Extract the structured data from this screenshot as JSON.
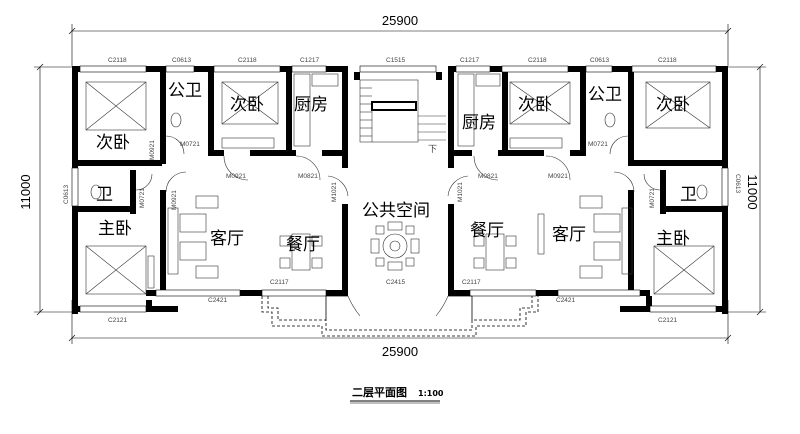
{
  "dimensions": {
    "width_top": "25900",
    "width_bottom": "25900",
    "depth_left": "11000",
    "depth_right": "11000"
  },
  "title": {
    "text": "二层平面图",
    "scale": "1:100"
  },
  "rooms": {
    "left_bed2_a": "次卧",
    "left_public_wc": "公卫",
    "left_bed2_b": "次卧",
    "left_kitchen": "厨房",
    "left_wc": "卫",
    "left_master": "主卧",
    "left_living": "客厅",
    "left_dining": "餐厅",
    "public_space": "公共空间",
    "right_kitchen": "厨房",
    "right_bed2_b": "次卧",
    "right_public_wc": "公卫",
    "right_bed2_a": "次卧",
    "right_wc": "卫",
    "right_master": "主卧",
    "right_dining": "餐厅",
    "right_living": "客厅"
  },
  "stair_label": "下",
  "tags": {
    "w_c2118_1": "C2118",
    "w_c0613_1": "C0613",
    "w_c2118_2": "C2118",
    "w_c1217_1": "C1217",
    "w_c1515": "C1515",
    "w_c1217_2": "C1217",
    "w_c2118_3": "C2118",
    "w_c0613_2": "C0613",
    "w_c2118_4": "C2118",
    "d_m0721_1": "M0721",
    "d_m0921_1": "M0921",
    "d_m0921_2": "M0921",
    "d_m0821_1": "M0821",
    "d_m1021_1": "M1021",
    "d_m1021_2": "M1021",
    "d_m0821_2": "M0821",
    "d_m0921_3": "M0921",
    "d_m0721_2": "M0721",
    "d_m0921_4": "M0921",
    "w_c0613_3": "C0613",
    "d_m0721_3": "M0721",
    "d_m0721_4": "M0721",
    "w_c0613_4": "C0613",
    "w_c2117_1": "C2117",
    "w_c2415": "C2415",
    "w_c2117_2": "C2117",
    "w_c2421_1": "C2421",
    "w_c2421_2": "C2421",
    "w_c2121_1": "C2121",
    "w_c2121_2": "C2121"
  }
}
